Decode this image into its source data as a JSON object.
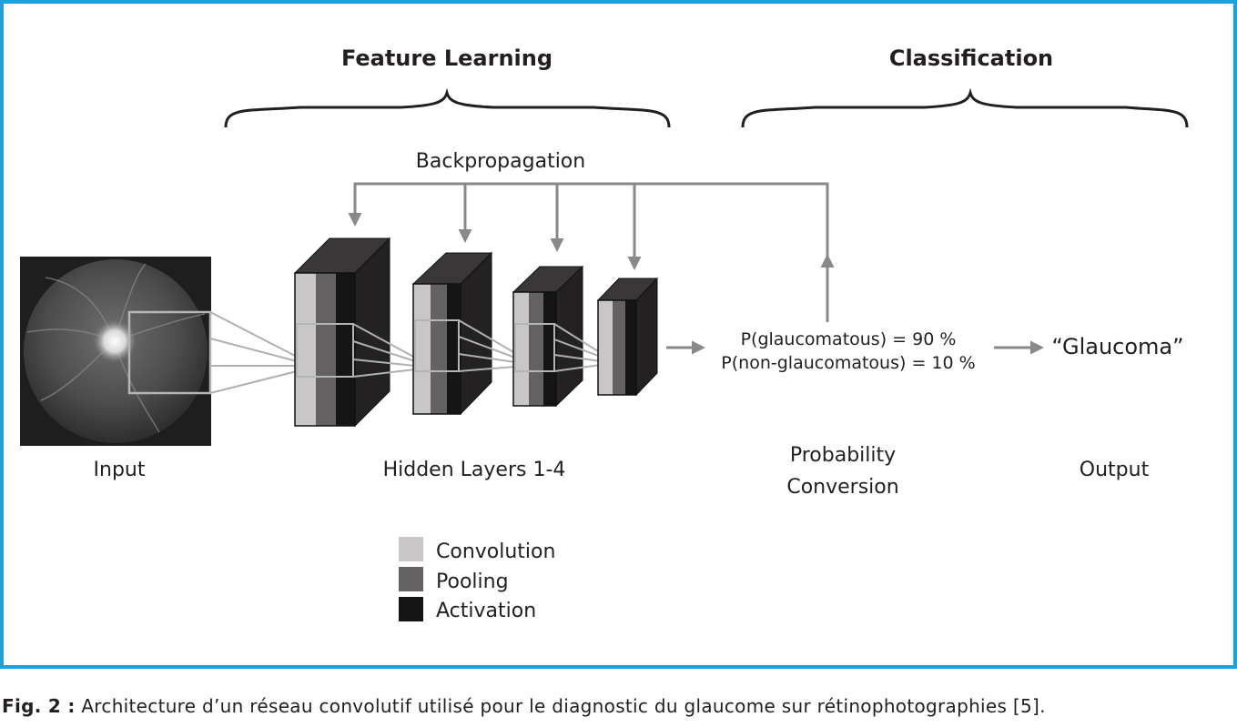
{
  "headings": {
    "feature_learning": "Feature Learning",
    "classification": "Classification"
  },
  "backprop_label": "Backpropagation",
  "labels": {
    "input": "Input",
    "hidden_layers": "Hidden Layers 1-4",
    "probability_line1": "Probability",
    "probability_line2": "Conversion",
    "output": "Output"
  },
  "probabilities": {
    "glaucomatous": "P(glaucomatous) = 90 %",
    "non_glaucomatous": "P(non-glaucomatous) = 10 %"
  },
  "output_value": "“Glaucoma”",
  "legend": [
    {
      "label": "Convolution",
      "color": "#c8c6c7"
    },
    {
      "label": "Pooling",
      "color": "#636162"
    },
    {
      "label": "Activation",
      "color": "#151515"
    }
  ],
  "caption": {
    "prefix": "Fig. 2 :",
    "text": " Architecture d’un réseau convolutif utilisé pour le diagnostic du glaucome sur rétinophotographies [5]."
  },
  "colors": {
    "frame_border": "#1ea0dc",
    "arrow": "#8a8888",
    "block_face": "#2b2829"
  }
}
